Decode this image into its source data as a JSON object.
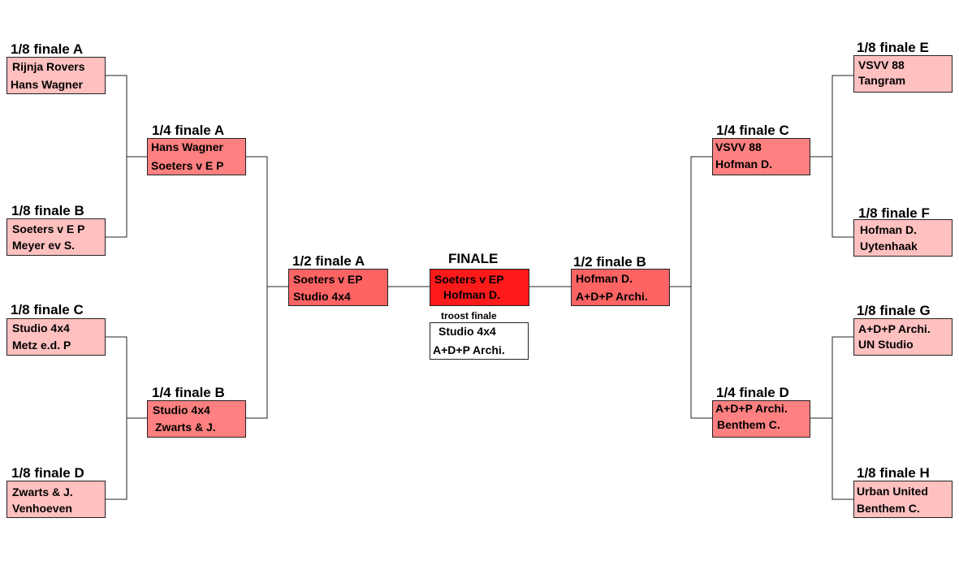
{
  "bracket": {
    "left": {
      "r8a": {
        "title": "1/8 finale A",
        "teams": [
          "Rijnja Rovers",
          "Hans Wagner"
        ]
      },
      "r8b": {
        "title": "1/8 finale B",
        "teams": [
          "Soeters v E P",
          "Meyer ev S."
        ]
      },
      "r8c": {
        "title": "1/8 finale C",
        "teams": [
          "Studio 4x4",
          "Metz e.d. P"
        ]
      },
      "r8d": {
        "title": "1/8 finale D",
        "teams": [
          "Zwarts & J.",
          "Venhoeven"
        ]
      },
      "r4a": {
        "title": "1/4 finale A",
        "teams": [
          "Hans Wagner",
          "Soeters v E P"
        ]
      },
      "r4b": {
        "title": "1/4 finale B",
        "teams": [
          "Studio 4x4",
          "Zwarts & J."
        ]
      },
      "r2a": {
        "title": "1/2 finale A",
        "teams": [
          "Soeters v EP",
          "Studio 4x4"
        ]
      }
    },
    "center": {
      "final": {
        "title": "FINALE",
        "teams": [
          "Soeters v EP",
          "Hofman D."
        ]
      },
      "consolation": {
        "title": "troost finale",
        "teams": [
          "Studio 4x4",
          "A+D+P Archi."
        ]
      }
    },
    "right": {
      "r8e": {
        "title": "1/8 finale E",
        "teams": [
          "VSVV 88",
          "Tangram"
        ]
      },
      "r8f": {
        "title": "1/8 finale F",
        "teams": [
          "Hofman D.",
          "Uytenhaak"
        ]
      },
      "r8g": {
        "title": "1/8 finale G",
        "teams": [
          "A+D+P Archi.",
          "UN Studio"
        ]
      },
      "r8h": {
        "title": "1/8 finale H",
        "teams": [
          "Urban United",
          "Benthem C."
        ]
      },
      "r4c": {
        "title": "1/4 finale C",
        "teams": [
          "VSVV 88",
          "Hofman D."
        ]
      },
      "r4d": {
        "title": "1/4 finale D",
        "teams": [
          "A+D+P Archi.",
          "Benthem C."
        ]
      },
      "r2b": {
        "title": "1/2 finale B",
        "teams": [
          "Hofman D.",
          "A+D+P Archi."
        ]
      }
    }
  },
  "colors": {
    "eighth": "#ffc0c0",
    "quarter": "#ff8080",
    "semi": "#ff6464",
    "final": "#ff1a1a",
    "consolation": "#ffffff",
    "lines": "#222222"
  }
}
